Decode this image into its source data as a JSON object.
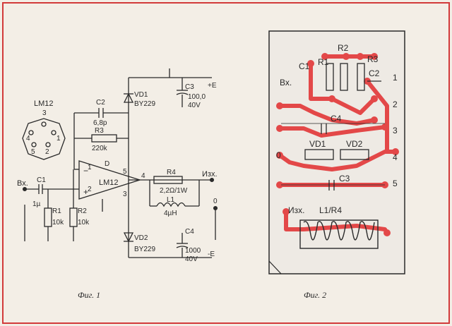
{
  "schematic": {
    "ic_package": {
      "name": "LM12",
      "pin_labels": [
        "3",
        "4",
        "1",
        "5",
        "2"
      ]
    },
    "components": {
      "c2": {
        "ref": "C2",
        "value": "6,8p"
      },
      "r3": {
        "ref": "R3",
        "value": "220k"
      },
      "c1": {
        "ref": "C1",
        "value": "1µ"
      },
      "r1": {
        "ref": "R1",
        "value": "10k"
      },
      "r2": {
        "ref": "R2",
        "value": "10k"
      },
      "r4": {
        "ref": "R4",
        "value": "2,2Ω/1W"
      },
      "l1": {
        "ref": "L1",
        "value": "4µH"
      },
      "vd1": {
        "ref": "VD1",
        "value": "BY229"
      },
      "vd2": {
        "ref": "VD2",
        "value": "BY229"
      },
      "c3": {
        "ref": "C3",
        "value": "100,0",
        "voltage": "40V"
      },
      "c4": {
        "ref": "C4",
        "value": "1000",
        "voltage": "40V"
      }
    },
    "opamp": {
      "name": "LM12",
      "d_label": "D",
      "minus": "−",
      "plus": "+",
      "pins": [
        "1",
        "2",
        "3",
        "4",
        "5"
      ]
    },
    "labels": {
      "input": "Вх.",
      "output": "Изх.",
      "plus_e": "+E",
      "minus_e": "-E",
      "zero": "0"
    },
    "caption": "Фиг. 1"
  },
  "pcb": {
    "labels": {
      "c1": "C1",
      "r1": "R1",
      "r2": "R2",
      "r3": "R3",
      "c2": "C2",
      "input": "Вх.",
      "c4": "C4",
      "zero": "0",
      "vd1": "VD1",
      "vd2": "VD2",
      "c3": "C3",
      "output": "Изх.",
      "l1r4": "L1/R4"
    },
    "pin_numbers": [
      "1",
      "2",
      "3",
      "4",
      "5"
    ],
    "caption": "Фиг. 2"
  },
  "colors": {
    "paper": "#f3eee6",
    "ink": "#2a2a2a",
    "frame": "#d23a3a",
    "trace": "#e34848",
    "board": "#eeeae4"
  }
}
